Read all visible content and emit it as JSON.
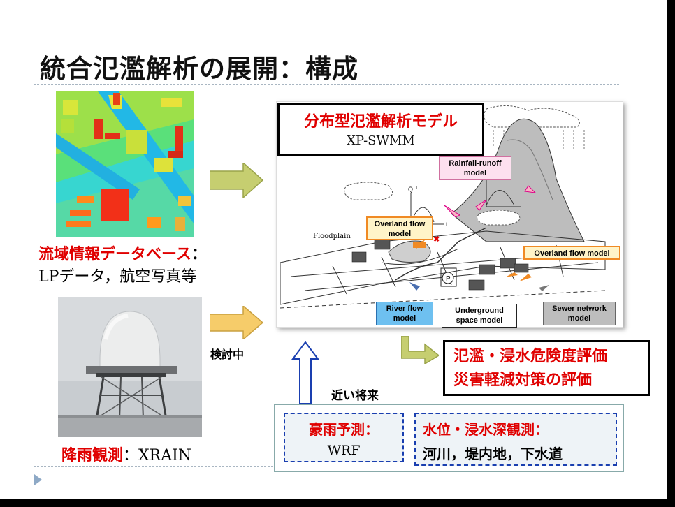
{
  "title": "統合氾濫解析の展開：構成",
  "left": {
    "lp_label_red": "流域情報データベース",
    "lp_label_colon": "：",
    "lp_label_line2": "LPデータ，航空写真等",
    "xrain_label_red": "降雨観測",
    "xrain_label_rest": "：XRAIN"
  },
  "arrows": {
    "pending_label": "検討中",
    "near_future_label": "近い将来"
  },
  "model": {
    "title_jp": "分布型氾濫解析モデル",
    "title_en": "XP-SWMM"
  },
  "diagram": {
    "floodplain": "Floodplain",
    "rainfall_runoff": [
      "Rainfall-runoff",
      "model"
    ],
    "overland_flow_1": [
      "Overland flow",
      "model"
    ],
    "overland_flow_2": "Overland flow model",
    "river_flow": [
      "River flow",
      "model"
    ],
    "underground": [
      "Underground",
      "space model"
    ],
    "sewer": [
      "Sewer network",
      "model"
    ],
    "axis_q": "Q",
    "axis_t": "t"
  },
  "result": {
    "line1": "氾濫・浸水危険度評価",
    "line2": "災害軽減対策の評価"
  },
  "bottom": {
    "forecast_title": "豪雨予測：",
    "forecast_value": "WRF",
    "observation_title": "水位・浸水深観測：",
    "observation_value": "河川，堤内地，下水道"
  },
  "colors": {
    "accent_red": "#e00000",
    "dashed_blue": "#1a3fb0",
    "arrow_green": "#c6ce70",
    "arrow_orange": "#f6cc6a"
  }
}
